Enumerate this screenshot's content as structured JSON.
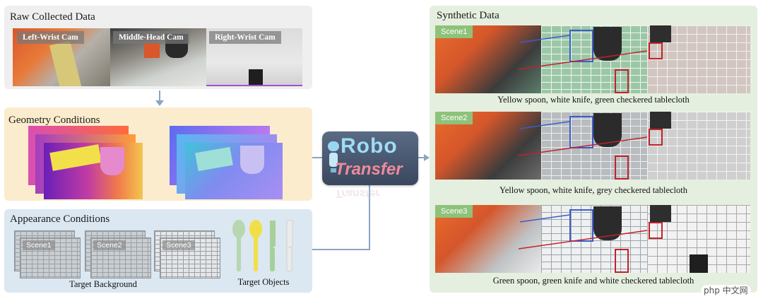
{
  "raw": {
    "title": "Raw Collected Data",
    "cams": [
      {
        "label": "Left-Wrist Cam"
      },
      {
        "label": "Middle-Head Cam"
      },
      {
        "label": "Right-Wrist Cam"
      }
    ]
  },
  "geometry": {
    "title": "Geometry Conditions"
  },
  "appearance": {
    "title": "Appearance Conditions",
    "scenes": [
      "Scene1",
      "Scene2",
      "Scene3"
    ],
    "background_caption": "Target Background",
    "objects_caption": "Target Objects"
  },
  "logo": {
    "line1": "Robo",
    "line2": "Transfer",
    "reflection": "Transfer"
  },
  "synthetic": {
    "title": "Synthetic Data",
    "rows": [
      {
        "tag": "Scene1",
        "caption": "Yellow spoon, white knife, green checkered tablecloth"
      },
      {
        "tag": "Scene2",
        "caption": "Yellow spoon, white knife, grey checkered tablecloth"
      },
      {
        "tag": "Scene3",
        "caption": "Green spoon, green knife and white checkered tablecloth"
      }
    ]
  },
  "watermark": {
    "text": "php 中文网"
  },
  "colors": {
    "raw_bg": "#efefef",
    "geometry_bg": "#fbeccd",
    "appearance_bg": "#dbe7f1",
    "synthetic_bg": "#e5efdf",
    "scene_tag": "#8ec27a",
    "arrow": "#8aa6c1"
  }
}
